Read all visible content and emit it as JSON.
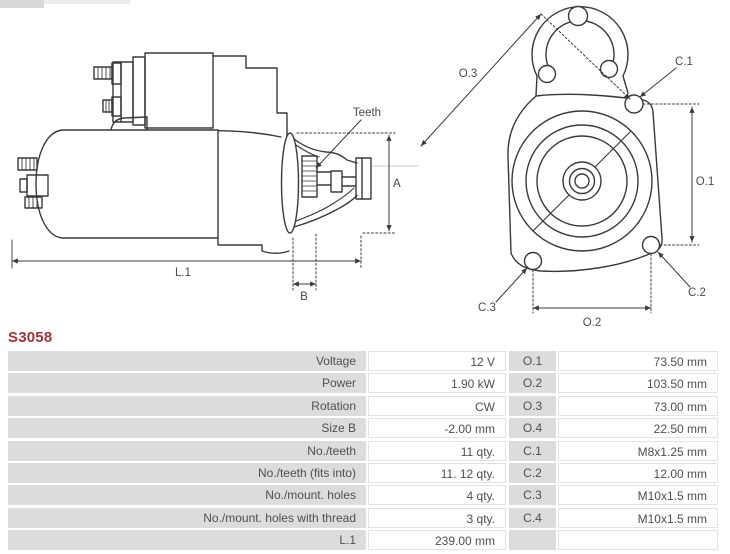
{
  "title": "S3058",
  "colors": {
    "accent_red": "#a1343a",
    "line": "#3a3a3a",
    "cell_gray": "#dcdcdc",
    "cell_border": "#e2e2e2",
    "text": "#4f4f4f"
  },
  "diagram_labels": {
    "side": {
      "teeth": "Teeth",
      "l1": "L.1",
      "b": "B",
      "a": "A"
    },
    "front": {
      "o1": "O.1",
      "o2": "O.2",
      "o3": "O.3",
      "c1": "C.1",
      "c2": "C.2",
      "c3": "C.3"
    }
  },
  "table": {
    "rows": [
      {
        "label": "Voltage",
        "value": "12 V",
        "dim": "O.1",
        "dim_value": "73.50 mm"
      },
      {
        "label": "Power",
        "value": "1.90 kW",
        "dim": "O.2",
        "dim_value": "103.50 mm"
      },
      {
        "label": "Rotation",
        "value": "CW",
        "dim": "O.3",
        "dim_value": "73.00 mm"
      },
      {
        "label": "Size B",
        "value": "-2.00 mm",
        "dim": "O.4",
        "dim_value": "22.50 mm"
      },
      {
        "label": "No./teeth",
        "value": "11 qty.",
        "dim": "C.1",
        "dim_value": "M8x1.25 mm"
      },
      {
        "label": "No./teeth (fits into)",
        "value": "11. 12 qty.",
        "dim": "C.2",
        "dim_value": "12.00 mm"
      },
      {
        "label": "No./mount. holes",
        "value": "4 qty.",
        "dim": "C.3",
        "dim_value": "M10x1.5 mm"
      },
      {
        "label": "No./mount. holes with thread",
        "value": "3 qty.",
        "dim": "C.4",
        "dim_value": "M10x1.5 mm"
      },
      {
        "label": "L.1",
        "value": "239.00 mm",
        "dim": "",
        "dim_value": ""
      }
    ]
  }
}
